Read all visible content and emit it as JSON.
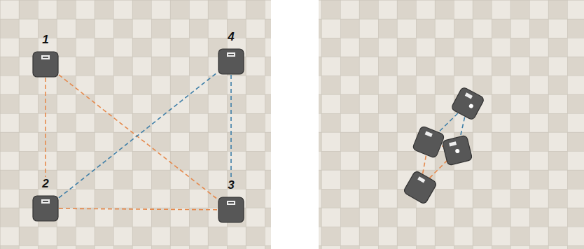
{
  "diagram": {
    "nodes": [
      {
        "text": [
          "1"
        ]
      },
      {
        "text": [
          "4"
        ]
      },
      {
        "text": [
          "2"
        ]
      },
      {
        "text": [
          "3"
        ]
      }
    ],
    "edges": [
      {
        "from": 0,
        "to": 2,
        "arrow": "none"
      },
      {
        "from": 0,
        "to": 3,
        "arrow": "none"
      },
      {
        "from": 2,
        "to": 3,
        "arrow": "none"
      },
      {
        "from": 2,
        "to": 1,
        "arrow": "none"
      },
      {
        "from": 1,
        "to": 3,
        "arrow": "none"
      }
    ]
  }
}
